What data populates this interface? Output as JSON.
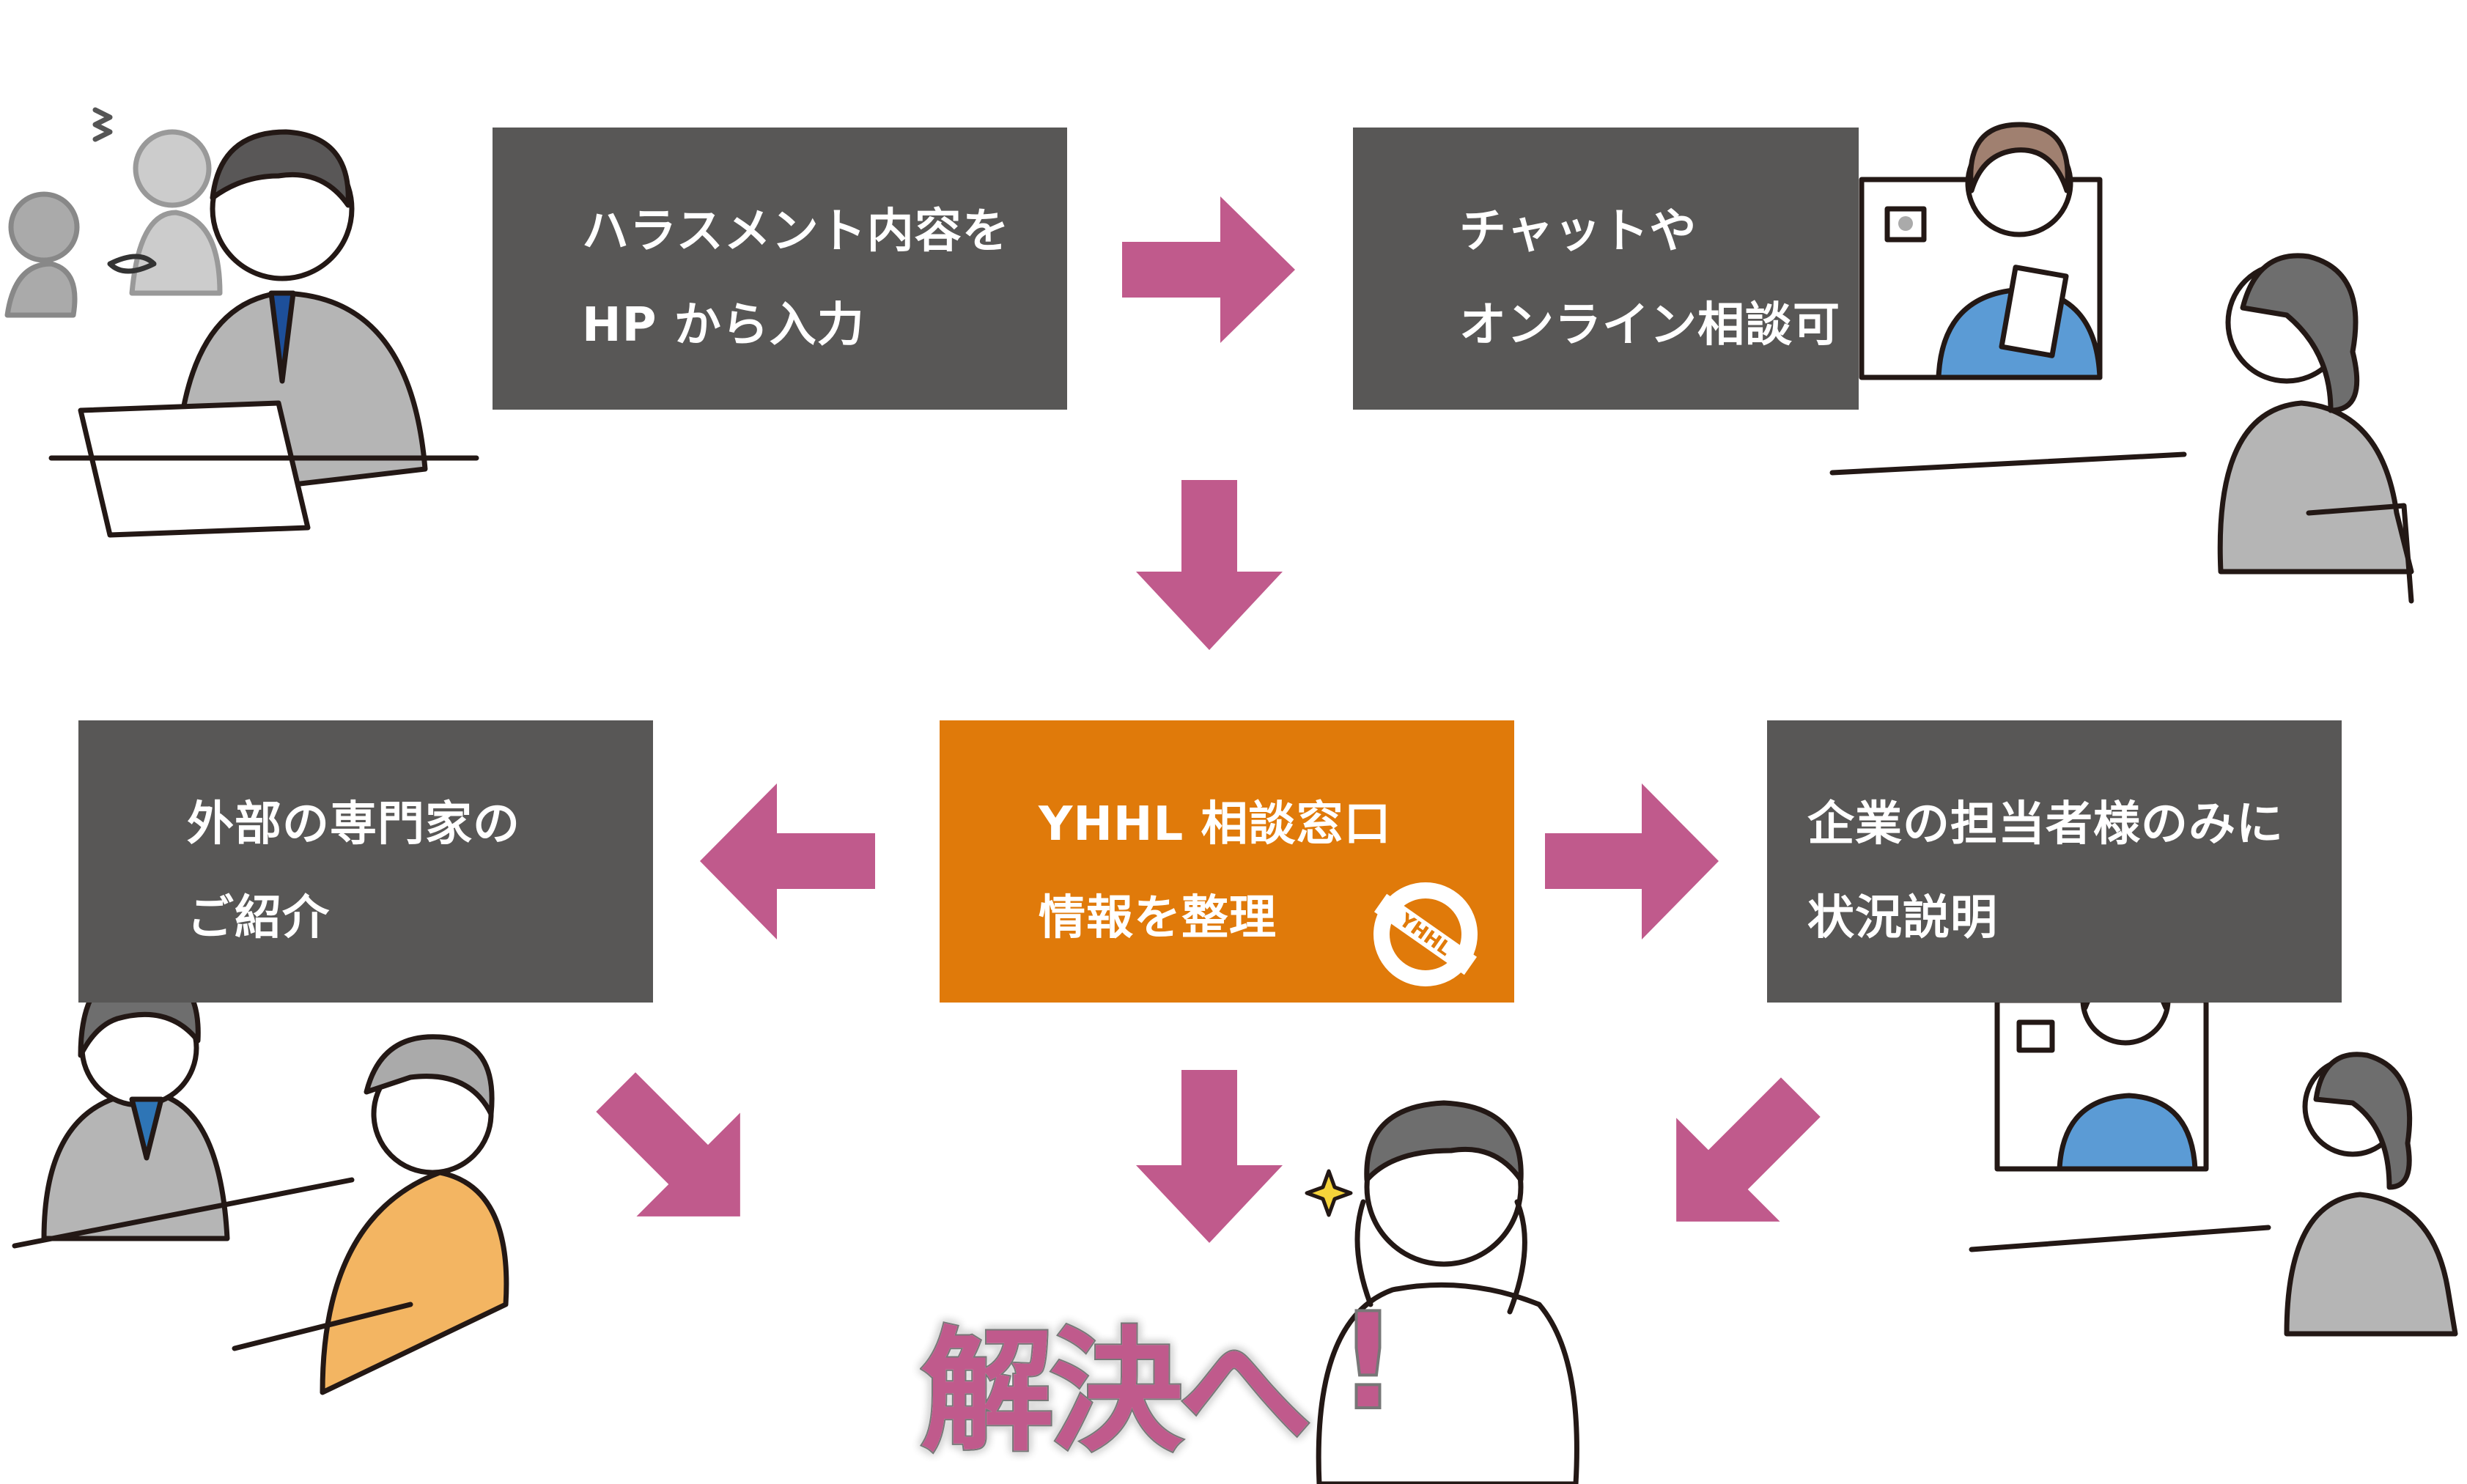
{
  "boxes": {
    "input": {
      "lines": [
        "ハラスメント内容を",
        "HP から入力"
      ]
    },
    "consult": {
      "lines": [
        "チャットや",
        "オンライン相談可"
      ]
    },
    "center": {
      "lines": [
        "YHHL 相談窓口",
        "情報を整理"
      ],
      "logo_text": "YHHL"
    },
    "expert": {
      "lines": [
        "外部の専門家の",
        "ご紹介"
      ]
    },
    "company": {
      "lines": [
        "企業の担当者様のみに",
        "状況説明"
      ]
    }
  },
  "result": {
    "text": "解決へ",
    "mark": "!"
  },
  "colors": {
    "box": "#585756",
    "center": "#e07a0a",
    "arrow": "#c05a8c"
  }
}
